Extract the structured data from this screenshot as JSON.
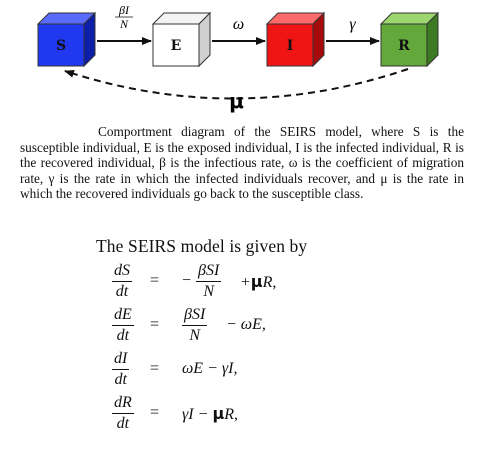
{
  "diagram": {
    "compartments": [
      {
        "id": "S",
        "label": "S",
        "front_color": "#1f38f0",
        "top_color": "#5a6cff",
        "side_color": "#0d1fa8"
      },
      {
        "id": "E",
        "label": "E",
        "front_color": "#ffffff",
        "top_color": "#f4f4f4",
        "side_color": "#cfcfcf"
      },
      {
        "id": "I",
        "label": "I",
        "front_color": "#ef1515",
        "top_color": "#ff6a6a",
        "side_color": "#a50b0b"
      },
      {
        "id": "R",
        "label": "R",
        "front_color": "#63a83a",
        "top_color": "#9bd66e",
        "side_color": "#3e7a22"
      }
    ],
    "transitions": [
      {
        "from": "S",
        "to": "E",
        "rate_numerator": "βI",
        "rate_denominator": "N"
      },
      {
        "from": "E",
        "to": "I",
        "rate": "ω"
      },
      {
        "from": "I",
        "to": "R",
        "rate": "γ"
      }
    ],
    "return_flow": {
      "from": "R",
      "to": "S",
      "rate": "μ",
      "style": "dashed"
    }
  },
  "caption": "Comportment diagram of the SEIRS model, where S is the susceptible individual, E is the exposed individual, I is the infected individual, R is the recovered individual, β is the infectious rate, ω is the coefficient of migration rate, γ is the rate in which the infected individuals recover, and μ is the rate in which the recovered individuals go back to the susceptible class.",
  "intro": "The SEIRS model is given by",
  "equations": [
    {
      "lhs_num": "dS",
      "lhs_den": "dt",
      "rel": "=",
      "rhs_pre": "−",
      "rhs_num": "βSI",
      "rhs_den": "N",
      "rhs_post": "+μR,"
    },
    {
      "lhs_num": "dE",
      "lhs_den": "dt",
      "rel": "=",
      "rhs_pre": "",
      "rhs_num": "βSI",
      "rhs_den": "N",
      "rhs_post": "− ωE,"
    },
    {
      "lhs_num": "dI",
      "lhs_den": "dt",
      "rel": "=",
      "rhs_text": "ωE − γI,"
    },
    {
      "lhs_num": "dR",
      "lhs_den": "dt",
      "rel": "=",
      "rhs_text": "γI − μR,"
    }
  ]
}
